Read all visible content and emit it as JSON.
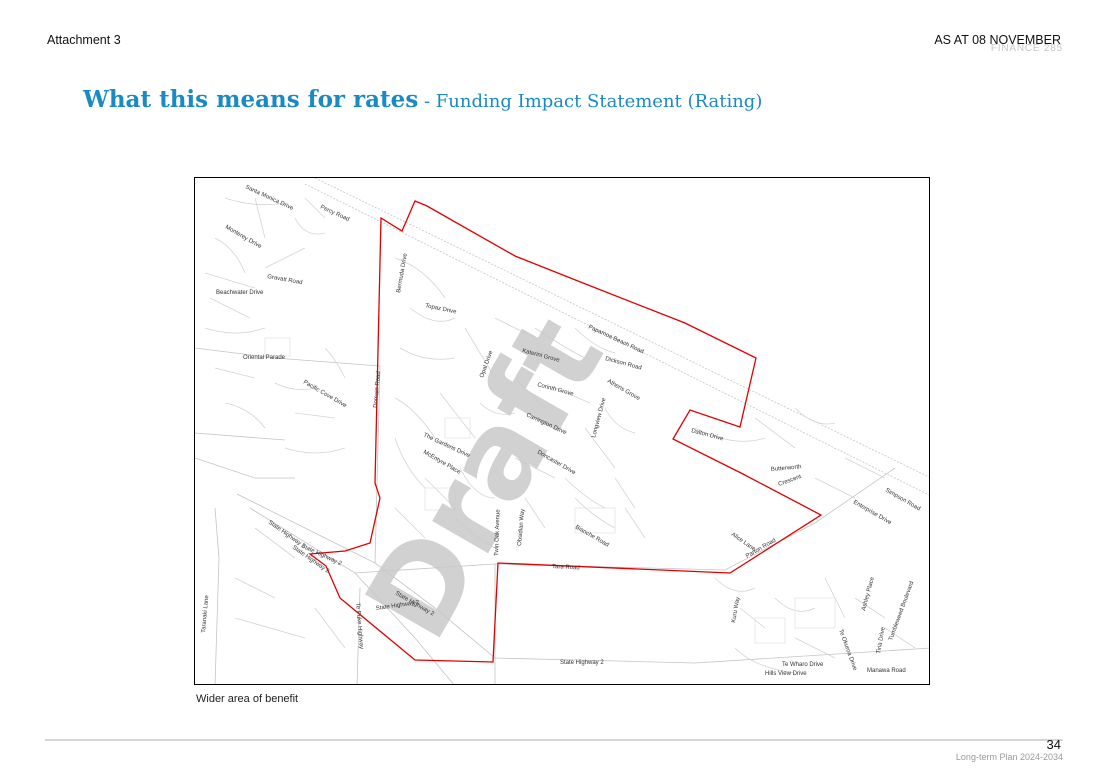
{
  "header": {
    "attachment": "Attachment 3",
    "as_at": "AS AT 08 NOVEMBER",
    "finance": "FINANCE   285"
  },
  "title": {
    "main": "What this means for rates",
    "sub": " - Funding Impact Statement (Rating)"
  },
  "map": {
    "watermark": "Draft",
    "roads": {
      "santa_monica": "Santa Monica Drive",
      "percy": "Percy Road",
      "monterey": "Monterey Drive",
      "gravatt": "Gravatt Road",
      "beachwater": "Beachwater Drive",
      "oriental": "Oriental Parade",
      "pacific_cove": "Pacific Cove Drive",
      "domain": "Domain Road",
      "bermuda": "Bermuda Drive",
      "topaz": "Topaz Drive",
      "opal": "Opal Drive",
      "katerini": "Katerini Grove",
      "papamoa_beach": "Papamoa Beach Road",
      "dickson": "Dickson Road",
      "corinth": "Corinth Grove",
      "athens": "Athens Grove",
      "carrington": "Carrington Drive",
      "longview": "Longview Drive",
      "gardens": "The Gardens Drive",
      "mcentyre": "McEntyre Place",
      "doncaster": "Doncaster Drive",
      "dalton": "Dalton Drive",
      "butterworth": "Butterworth",
      "crescent": "Crescent",
      "simpson": "Simpson Road",
      "enterprise": "Enterprise Drive",
      "twin_oak": "Twin Oak Avenue",
      "obsidian": "Obsidian Way",
      "bianche": "Bianche Road",
      "alice": "Alice Lane",
      "parton": "Parton Road",
      "tara": "Tara Road",
      "sh2_a": "State Highway 2",
      "sh2_b": "State Highway 2",
      "sh2_c": "State Highway 2",
      "sh2_d": "State Highway 2",
      "sh2_e": "State Highway 2",
      "sh2_f": "State Highway 2",
      "te_puke": "Te Puke Highway",
      "taranaki": "Taranaki Lane",
      "kuru": "Kuru Way",
      "ashley": "Ashley Place",
      "tumbleweed": "Tumbleweed Boulevard",
      "te_okuroa": "Te Okuroa Drive",
      "tiria": "Tiria Drive",
      "te_wharo": "Te Wharo Drive",
      "manawa": "Manawa Road",
      "hills_view": "Hills View Drive"
    }
  },
  "caption": "Wider area of benefit",
  "footer": {
    "page_number": "34",
    "plan": "Long-term Plan 2024-2034"
  }
}
